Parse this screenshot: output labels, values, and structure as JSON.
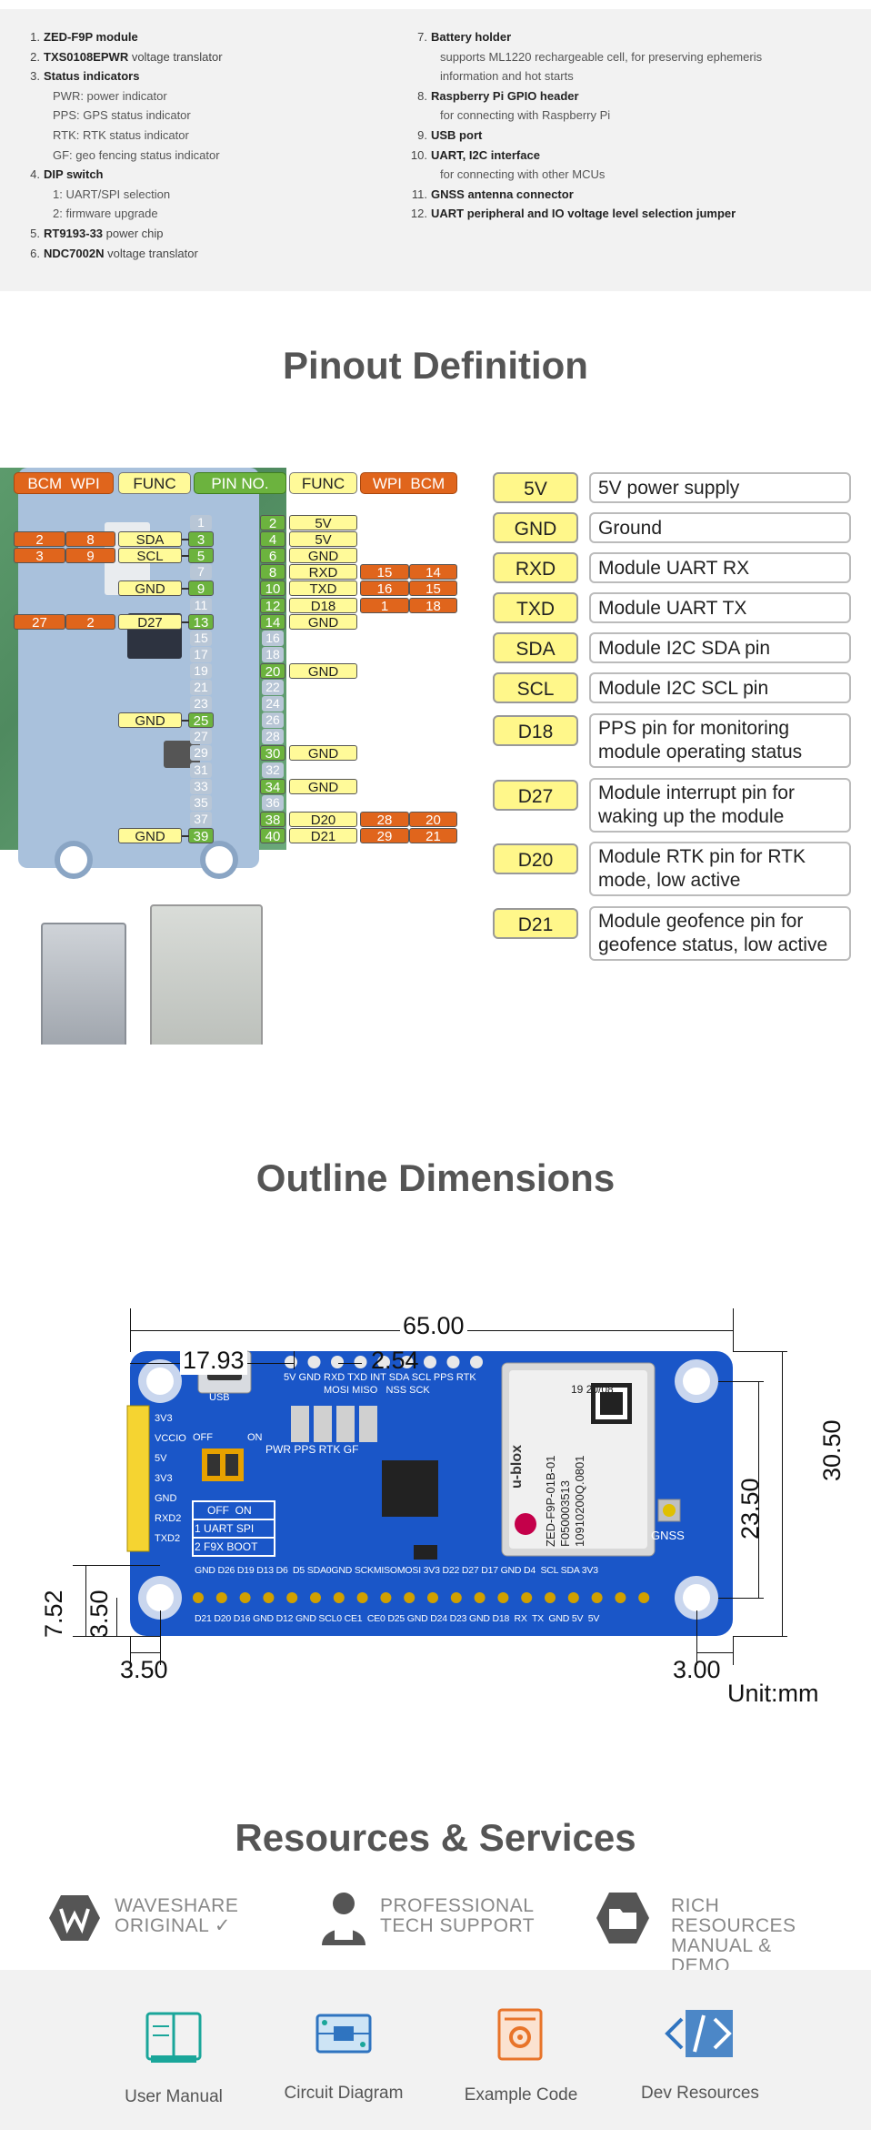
{
  "features": {
    "left": [
      {
        "num": "1.",
        "bold": "ZED-F9P module",
        "rest": "",
        "subs": []
      },
      {
        "num": "2.",
        "bold": "TXS0108EPWR",
        "rest": " voltage translator",
        "subs": []
      },
      {
        "num": "3.",
        "bold": "Status indicators",
        "rest": "",
        "subs": [
          "PWR: power indicator",
          "PPS: GPS status indicator",
          "RTK: RTK status indicator",
          "GF: geo fencing status indicator"
        ]
      },
      {
        "num": "4.",
        "bold": "DIP switch",
        "rest": "",
        "subs": [
          "1: UART/SPI selection",
          "2: firmware upgrade"
        ]
      },
      {
        "num": "5.",
        "bold": "RT9193-33",
        "rest": " power chip",
        "subs": []
      },
      {
        "num": "6.",
        "bold": "NDC7002N",
        "rest": " voltage translator",
        "subs": []
      }
    ],
    "right": [
      {
        "num": "7.",
        "bold": "Battery holder",
        "rest": "",
        "subs": [
          "supports ML1220 rechargeable cell, for preserving ephemeris",
          "information and hot starts"
        ]
      },
      {
        "num": "8.",
        "bold": "Raspberry Pi GPIO header",
        "rest": "",
        "subs": [
          "for connecting with Raspberry Pi"
        ]
      },
      {
        "num": "9.",
        "bold": "USB port",
        "rest": "",
        "subs": []
      },
      {
        "num": "10.",
        "bold": "UART, I2C interface",
        "rest": "",
        "subs": [
          "for connecting with other MCUs"
        ]
      },
      {
        "num": "11.",
        "bold": "GNSS antenna connector",
        "rest": "",
        "subs": []
      },
      {
        "num": "12.",
        "bold": "UART peripheral and IO voltage level selection jumper",
        "rest": "",
        "subs": []
      }
    ]
  },
  "pinout": {
    "title": "Pinout Definition",
    "headers_left": [
      "BCM",
      "WPI",
      "FUNC"
    ],
    "header_mid": "PIN NO.",
    "headers_right": [
      "FUNC",
      "WPI",
      "BCM"
    ],
    "rows_left": [
      {
        "pin": "1"
      },
      {
        "pin": "3",
        "func": "SDA",
        "wpi": "8",
        "bcm": "2"
      },
      {
        "pin": "5",
        "func": "SCL",
        "wpi": "9",
        "bcm": "3"
      },
      {
        "pin": "7"
      },
      {
        "pin": "9",
        "func": "GND"
      },
      {
        "pin": "11"
      },
      {
        "pin": "13",
        "func": "D27",
        "wpi": "2",
        "bcm": "27"
      },
      {
        "pin": "15"
      },
      {
        "pin": "17"
      },
      {
        "pin": "19"
      },
      {
        "pin": "21"
      },
      {
        "pin": "23"
      },
      {
        "pin": "25",
        "func": "GND"
      },
      {
        "pin": "27"
      },
      {
        "pin": "29"
      },
      {
        "pin": "31"
      },
      {
        "pin": "33"
      },
      {
        "pin": "35"
      },
      {
        "pin": "37"
      },
      {
        "pin": "39",
        "func": "GND"
      }
    ],
    "rows_right": [
      {
        "pin": "2",
        "func": "5V"
      },
      {
        "pin": "4",
        "func": "5V"
      },
      {
        "pin": "6",
        "func": "GND"
      },
      {
        "pin": "8",
        "func": "RXD",
        "wpi": "15",
        "bcm": "14"
      },
      {
        "pin": "10",
        "func": "TXD",
        "wpi": "16",
        "bcm": "15"
      },
      {
        "pin": "12",
        "func": "D18",
        "wpi": "1",
        "bcm": "18"
      },
      {
        "pin": "14",
        "func": "GND"
      },
      {
        "pin": "16"
      },
      {
        "pin": "18"
      },
      {
        "pin": "20",
        "func": "GND"
      },
      {
        "pin": "22"
      },
      {
        "pin": "24"
      },
      {
        "pin": "26"
      },
      {
        "pin": "28"
      },
      {
        "pin": "30",
        "func": "GND"
      },
      {
        "pin": "32"
      },
      {
        "pin": "34",
        "func": "GND"
      },
      {
        "pin": "36"
      },
      {
        "pin": "38",
        "func": "D20",
        "wpi": "28",
        "bcm": "20"
      },
      {
        "pin": "40",
        "func": "D21",
        "wpi": "29",
        "bcm": "21"
      }
    ],
    "legend": [
      {
        "tag": "5V",
        "desc": "5V power supply"
      },
      {
        "tag": "GND",
        "desc": "Ground"
      },
      {
        "tag": "RXD",
        "desc": "Module UART RX"
      },
      {
        "tag": "TXD",
        "desc": "Module UART TX"
      },
      {
        "tag": "SDA",
        "desc": "Module I2C SDA pin"
      },
      {
        "tag": "SCL",
        "desc": "Module I2C SCL pin"
      },
      {
        "tag": "D18",
        "desc": "PPS pin for monitoring module operating status"
      },
      {
        "tag": "D27",
        "desc": "Module interrupt pin for waking up the module"
      },
      {
        "tag": "D20",
        "desc": "Module RTK pin for RTK mode, low active"
      },
      {
        "tag": "D21",
        "desc": "Module geofence pin for geofence status, low active"
      }
    ]
  },
  "dimensions": {
    "title": "Outline Dimensions",
    "width": "65.00",
    "usb_offset": "17.93",
    "pitch": "2.54",
    "inner_height": "23.50",
    "height": "30.50",
    "left_hole_y": "7.52",
    "bottom_hole_y": "3.50",
    "left_hole_x": "3.50",
    "right_hole_x": "3.00",
    "unit": "Unit:mm",
    "board": {
      "top_labels": "5V GND RXD TXD INT SDA SCL PPS RTK",
      "top_labels2": "MOSI MISO   NSS SCK",
      "usb": "USB",
      "led_labels": "PWR PPS RTK GF",
      "off": "OFF",
      "on": "ON",
      "table_r1": [
        "1",
        "UART",
        "SPI"
      ],
      "table_r2": [
        "2",
        "F9X",
        "BOOT"
      ],
      "table_hdr": [
        "OFF",
        "ON"
      ],
      "side_labels": [
        "3V3",
        "VCCIO",
        "5V",
        "3V3",
        "GND",
        "RXD2",
        "TXD2"
      ],
      "bottom_labels1": "GND D26 D19 D13 D6  D5 SDA0GND SCKMISOMOSI 3V3 D22 D27 D17 GND D4  SCL SDA 3V3",
      "bottom_labels2": "D21 D20 D16 GND D12 GND SCL0 CE1  CE0 D25 GND D24 D23 GND D18  RX  TX  GND 5V  5V",
      "module": [
        "ZED-F9P-01B-01",
        "F050003513",
        "10910200Q.0801",
        "19",
        "20/08"
      ],
      "brand": "u-blox",
      "gnss": "GNSS"
    }
  },
  "resources": {
    "title": "Resources & Services",
    "items": [
      {
        "l1": "WAVESHARE",
        "l2": "ORIGINAL ✓"
      },
      {
        "l1": "PROFESSIONAL",
        "l2": "TECH SUPPORT"
      },
      {
        "l1": "RICH RESOURCES",
        "l2": "MANUAL & DEMO"
      }
    ],
    "downloads": [
      "User Manual",
      "Circuit Diagram",
      "Example Code",
      "Dev Resources"
    ]
  },
  "colors": {
    "accent_orange": "#e0651c",
    "accent_yellow": "#fffa99",
    "accent_green": "#6cb33e",
    "board_blue": "#1a56c8",
    "icon_teal": "#1aa69a",
    "icon_orange": "#e8742a",
    "icon_blue": "#2f74c0"
  }
}
